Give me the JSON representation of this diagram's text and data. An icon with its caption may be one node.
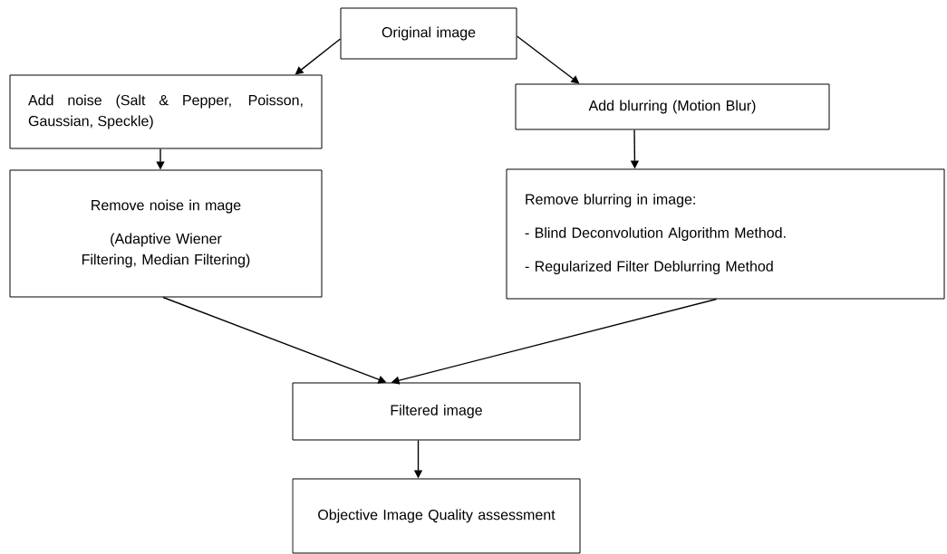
{
  "diagram": {
    "nodes": [
      {
        "text": [
          "Original image"
        ]
      },
      {
        "text": [
          "Add noise (Salt & Pepper, Poisson, Gaussian, Speckle)"
        ]
      },
      {
        "text": [
          "Add blurring (Motion Blur)"
        ]
      },
      {
        "text": [
          "Remove noise in mage",
          "(Adaptive Wiener Filtering, Median Filtering)"
        ]
      },
      {
        "text": [
          "Remove blurring in image:",
          "- Blind Deconvolution Algorithm Method.",
          "- Regularized Filter Deblurring Method"
        ]
      },
      {
        "text": [
          "Filtered image"
        ]
      },
      {
        "text": [
          "Objective Image Quality assessment"
        ]
      }
    ],
    "edges": [
      {
        "from": 0,
        "to": 1,
        "arrow": "to"
      },
      {
        "from": 0,
        "to": 2,
        "arrow": "to"
      },
      {
        "from": 1,
        "to": 3,
        "arrow": "to"
      },
      {
        "from": 2,
        "to": 4,
        "arrow": "to"
      },
      {
        "from": 3,
        "to": 5,
        "arrow": "to"
      },
      {
        "from": 4,
        "to": 5,
        "arrow": "to"
      },
      {
        "from": 5,
        "to": 6,
        "arrow": "to"
      }
    ]
  }
}
